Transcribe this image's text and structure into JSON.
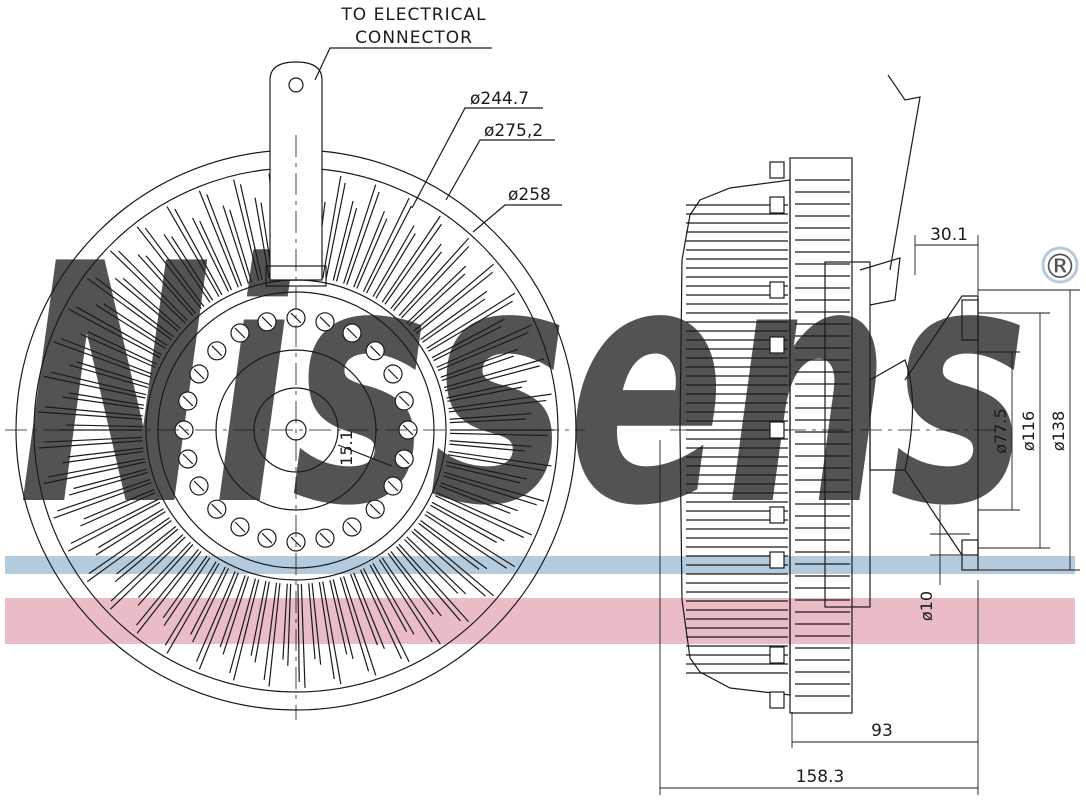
{
  "callouts": {
    "connector_line1": "TO ELECTRICAL",
    "connector_line2": "CONNECTOR"
  },
  "dimensions": {
    "d244": "ø244.7",
    "d275": "ø275,2",
    "d258": "ø258",
    "d15": "15.1",
    "w30": "30.1",
    "d77": "ø77.5",
    "d116": "ø116",
    "d138": "ø138",
    "d10": "ø10",
    "l93": "93",
    "l158": "158.3"
  },
  "watermark": {
    "brand": "Nissens",
    "registered": "®",
    "blue_color": "#9bbad4",
    "red_color": "#e3a6b3"
  }
}
